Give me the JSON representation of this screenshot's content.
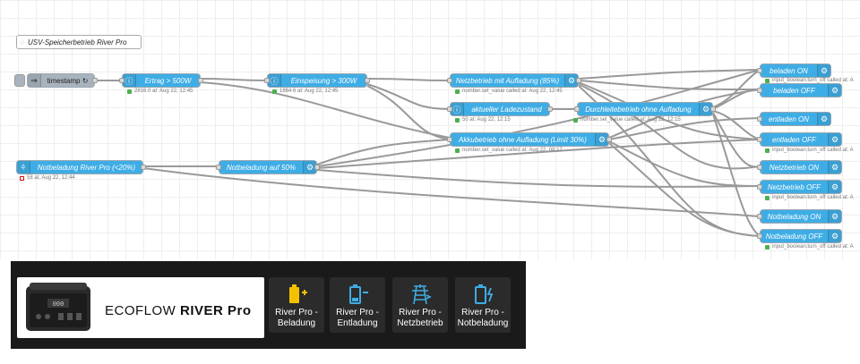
{
  "flow": {
    "comment": "USV-Speicherbetrieb River Pro",
    "nodes": {
      "timestamp": {
        "label": "timestamp ↻"
      },
      "ertrag": {
        "label": "Ertrag > 500W",
        "status": "2816.0 at: Aug 22, 12:45"
      },
      "einspeisung": {
        "label": "Einspeisung > 300W",
        "status": "1864.6 at: Aug 22, 12:45"
      },
      "netz_aufladung": {
        "label": "Netzbetrieb mit Aufladung (85%)",
        "status": "number.set_value called at: Aug 22, 12:45"
      },
      "ladezustand": {
        "label": "aktueller Ladezustand",
        "status": "50 at: Aug 22, 12:15"
      },
      "durchleite": {
        "label": "Durchleitebetrieb ohne Aufladung",
        "status": "number.set_value called at: Aug 22, 12:15"
      },
      "akku": {
        "label": "Akkubetrieb ohne Aufladung (Limit 30%)",
        "status": "number.set_value called at: Aug 22, 08:17"
      },
      "notbeladung_river": {
        "label": "Notbeladung River Pro (<20%)",
        "status": "58 at: Aug 22, 12:44"
      },
      "notbeladung_50": {
        "label": "Notbeladung auf 50%"
      },
      "beladen_on": {
        "label": "beladen ON"
      },
      "beladen_off": {
        "label": "beladen OFF",
        "status": "input_boolean.turn_off called at: A"
      },
      "entladen_on": {
        "label": "entladen ON"
      },
      "entladen_off": {
        "label": "entladen OFF",
        "status": "input_boolean.turn_off called at: A"
      },
      "netz_on": {
        "label": "Netzbetrieb ON"
      },
      "netz_off": {
        "label": "Netzbetrieb OFF",
        "status": "input_boolean.turn_off called at: A"
      },
      "notb_on": {
        "label": "Notbeladung ON"
      },
      "notb_off": {
        "label": "Notbeladung OFF",
        "status": "input_boolean.turn_off called at: A"
      }
    }
  },
  "dashboard": {
    "brand_prefix": "ECOFLOW",
    "brand_model": "RIVER Pro",
    "device_display": "000",
    "cards": [
      {
        "line1": "River Pro -",
        "line2": "Beladung",
        "icon": "battery-charging-icon",
        "color": "#f2c200"
      },
      {
        "line1": "River Pro -",
        "line2": "Entladung",
        "icon": "battery-minus-icon",
        "color": "#3fade5"
      },
      {
        "line1": "River Pro -",
        "line2": "Netzbetrieb",
        "icon": "transmission-tower-icon",
        "color": "#3fade5"
      },
      {
        "line1": "River Pro -",
        "line2": "Notbeladung",
        "icon": "battery-alert-icon",
        "color": "#3fade5"
      }
    ]
  }
}
